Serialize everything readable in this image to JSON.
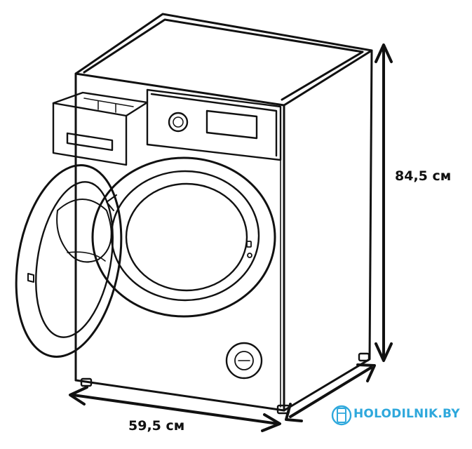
{
  "dimensions": {
    "height": "84,5 см",
    "width": "59,5 см"
  },
  "brand": {
    "name": "HOLODILNIK.BY",
    "logo_icon": "fridge-icon",
    "color": "#2ea8dc"
  },
  "line_color": "#111111"
}
